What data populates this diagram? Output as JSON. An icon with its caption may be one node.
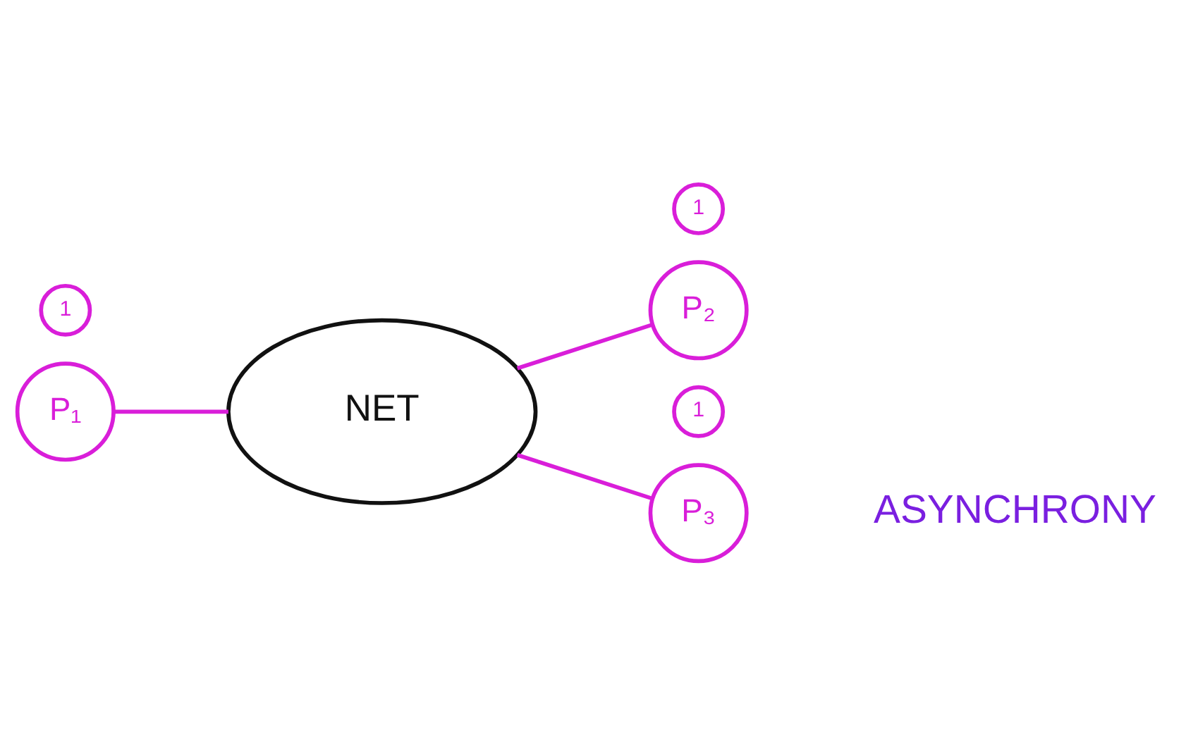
{
  "diagram": {
    "nodes": [
      {
        "text": [
          "1"
        ]
      },
      {
        "text": [
          "P₁"
        ]
      },
      {
        "text": [
          "NET"
        ]
      },
      {
        "text": [
          "1"
        ]
      },
      {
        "text": [
          "P₂"
        ]
      },
      {
        "text": [
          "1"
        ]
      },
      {
        "text": [
          "P₃"
        ]
      }
    ],
    "edges": [
      {
        "from": 1,
        "to": 2,
        "arrow": "none"
      },
      {
        "from": 2,
        "to": 4,
        "arrow": "none"
      },
      {
        "from": 2,
        "to": 6,
        "arrow": "none"
      }
    ],
    "labels": [
      "ASYNCHRONY"
    ]
  }
}
